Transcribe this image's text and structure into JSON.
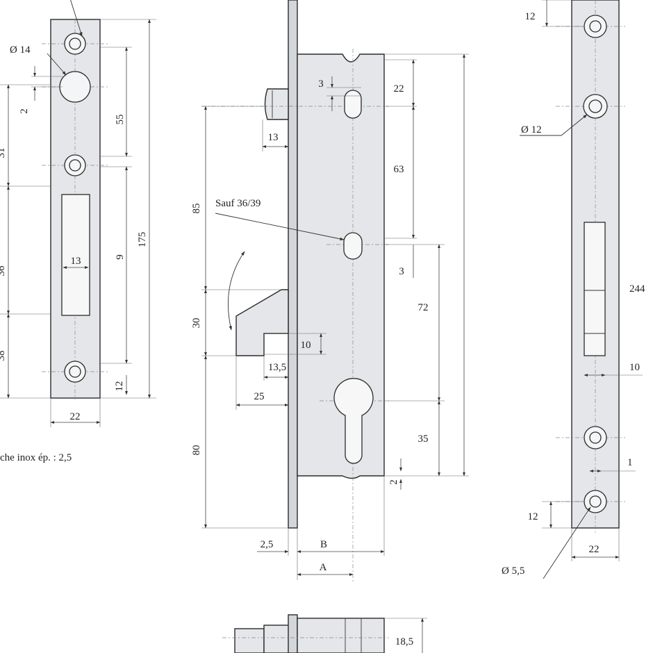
{
  "labels": {
    "strike_hole_dia": "Ø 14",
    "strike_dim_2": "2",
    "strike_dim_55": "55",
    "strike_dim_9": "9",
    "strike_dim_175": "175",
    "strike_dim_13": "13",
    "strike_dim_12": "12",
    "strike_dim_22": "22",
    "strike_cut_31": "31",
    "strike_cut_36": "36",
    "strike_cut_38": "38",
    "strike_note": "che inox ép. : 2,5",
    "lock_dim_3_top": "3",
    "lock_dim_22": "22",
    "lock_dim_13": "13",
    "lock_dim_85": "85",
    "lock_dim_63": "63",
    "lock_sauf": "Sauf 36/39",
    "lock_dim_3_mid": "3",
    "lock_dim_72": "72",
    "lock_dim_30": "30",
    "lock_dim_10": "10",
    "lock_dim_13_5": "13,5",
    "lock_dim_25": "25",
    "lock_dim_35": "35",
    "lock_dim_80": "80",
    "lock_dim_2": "2",
    "lock_dim_2_5": "2,5",
    "lock_dim_B": "B",
    "lock_dim_A": "A",
    "lock_dim_18_5": "18,5",
    "face_dim_12_top": "12",
    "face_hole_dia": "Ø 12",
    "face_dim_244": "244",
    "face_dim_10": "10",
    "face_dim_1": "1",
    "face_dim_12_bottom": "12",
    "face_dim_22": "22",
    "face_screw_dia": "Ø 5,5"
  },
  "colors": {
    "line": "#2a2a2a",
    "plate_fill": "#e4e6e9",
    "background": "#ffffff"
  }
}
